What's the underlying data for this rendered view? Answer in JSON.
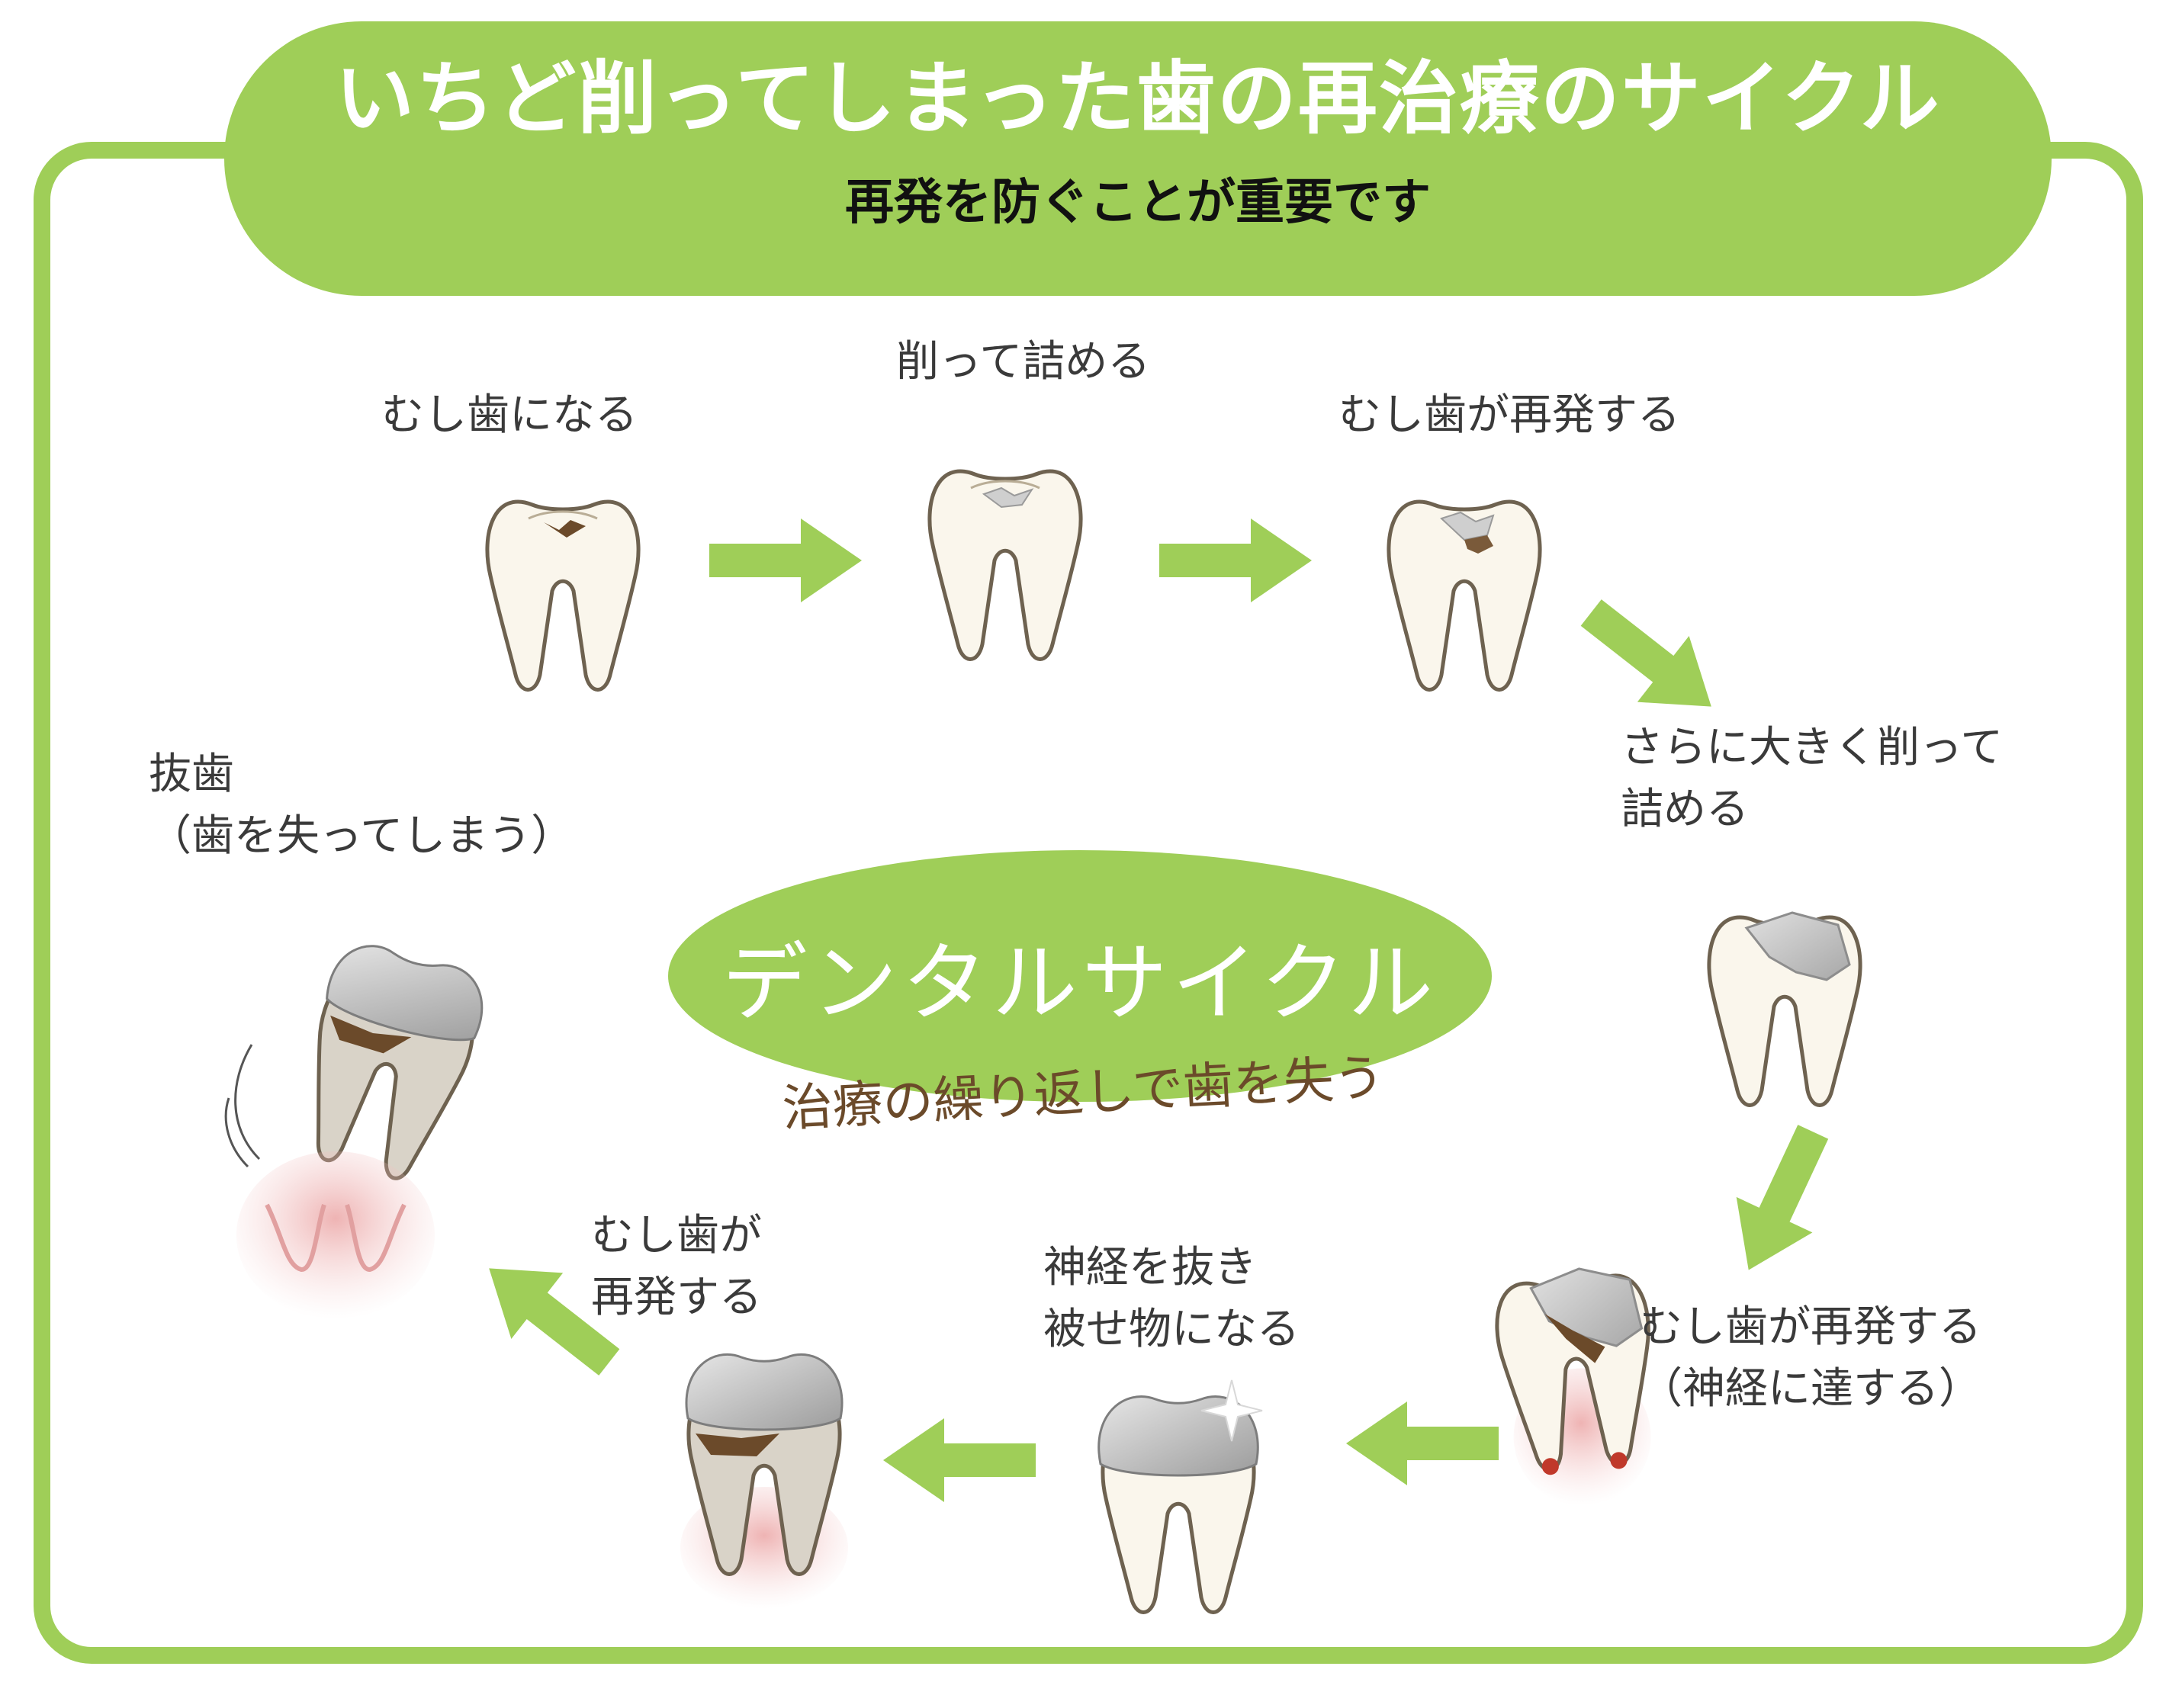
{
  "header": {
    "title": "いちど削ってしまった歯の再治療のサイクル",
    "subtitle": "再発を防ぐことが重要です"
  },
  "center": {
    "cycle_label": "デンタルサイクル",
    "note": "治療の繰り返しで歯を失う"
  },
  "steps": [
    {
      "label": "むし歯になる"
    },
    {
      "label": "削って詰める"
    },
    {
      "label": "むし歯が再発する"
    },
    {
      "label_line1": "さらに大きく削って",
      "label_line2": "詰める"
    },
    {
      "label_line1": "むし歯が再発する",
      "label_line2": "（神経に達する）"
    },
    {
      "label_line1": "神経を抜き",
      "label_line2": "被せ物になる"
    },
    {
      "label_line1": "むし歯が",
      "label_line2": "再発する"
    },
    {
      "label_line1": "抜歯",
      "label_line2": "（歯を失ってしまう）"
    }
  ],
  "colors": {
    "accent": "#9fce58",
    "tooth_fill": "#faf6ec",
    "tooth_outline": "#6e6250",
    "filling": "#c8c8c8",
    "decay": "#6b4a2a",
    "gum": "#e9a9a9",
    "note_text": "#6b4a2a"
  }
}
